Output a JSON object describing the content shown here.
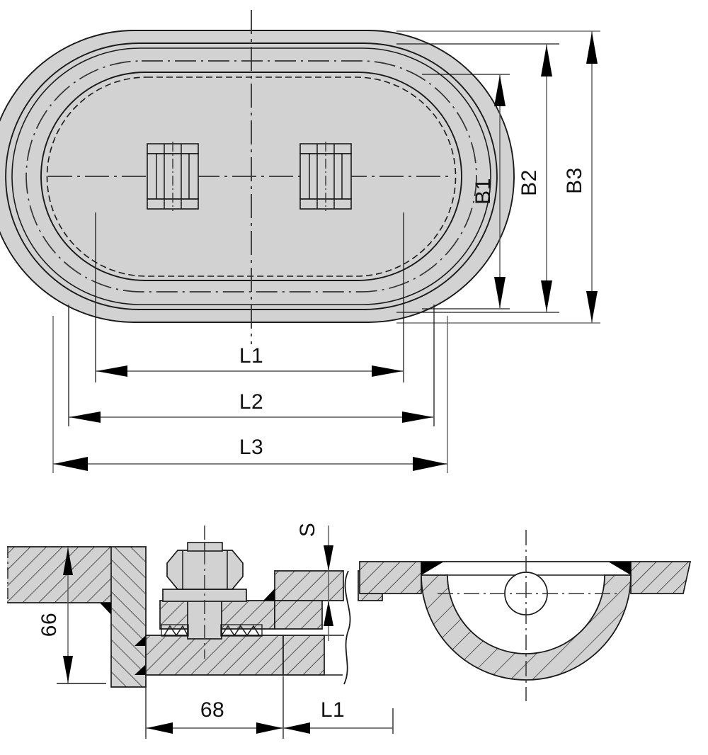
{
  "drawing": {
    "title": "Oval flange cover assembly — plan view and sections",
    "background_color": "#ffffff",
    "line_color": "#1a1a1a",
    "fill_gray": "#d2d2d2",
    "fill_dark": "#000000",
    "centerline_color": "#333333"
  },
  "views": {
    "plan": {
      "name": "plan-view",
      "label": ""
    },
    "section_left": {
      "name": "section-left-view",
      "label": ""
    },
    "section_right": {
      "name": "section-right-view",
      "label": ""
    }
  },
  "dimensions": {
    "vertical": [
      {
        "id": "B1",
        "label": "B1",
        "orientation": "vertical",
        "rotated": true
      },
      {
        "id": "B2",
        "label": "B2",
        "orientation": "vertical",
        "rotated": true
      },
      {
        "id": "B3",
        "label": "B3",
        "orientation": "vertical",
        "rotated": true
      }
    ],
    "horizontal": [
      {
        "id": "L1",
        "label": "L1",
        "orientation": "horizontal",
        "rotated": false
      },
      {
        "id": "L2",
        "label": "L2",
        "orientation": "horizontal",
        "rotated": false
      },
      {
        "id": "L3",
        "label": "L3",
        "orientation": "horizontal",
        "rotated": false
      }
    ],
    "section": [
      {
        "id": "S",
        "label": "S",
        "orientation": "vertical",
        "rotated": true
      },
      {
        "id": "66",
        "label": "66",
        "orientation": "vertical",
        "rotated": true
      },
      {
        "id": "68",
        "label": "68",
        "orientation": "horizontal",
        "rotated": false
      },
      {
        "id": "L1b",
        "label": "L1",
        "orientation": "horizontal",
        "rotated": false
      }
    ]
  },
  "labels": {
    "B1": "B1",
    "B2": "B2",
    "B3": "B3",
    "L1": "L1",
    "L2": "L2",
    "L3": "L3",
    "S": "S",
    "d66": "66",
    "d68": "68",
    "L1_section": "L1"
  }
}
